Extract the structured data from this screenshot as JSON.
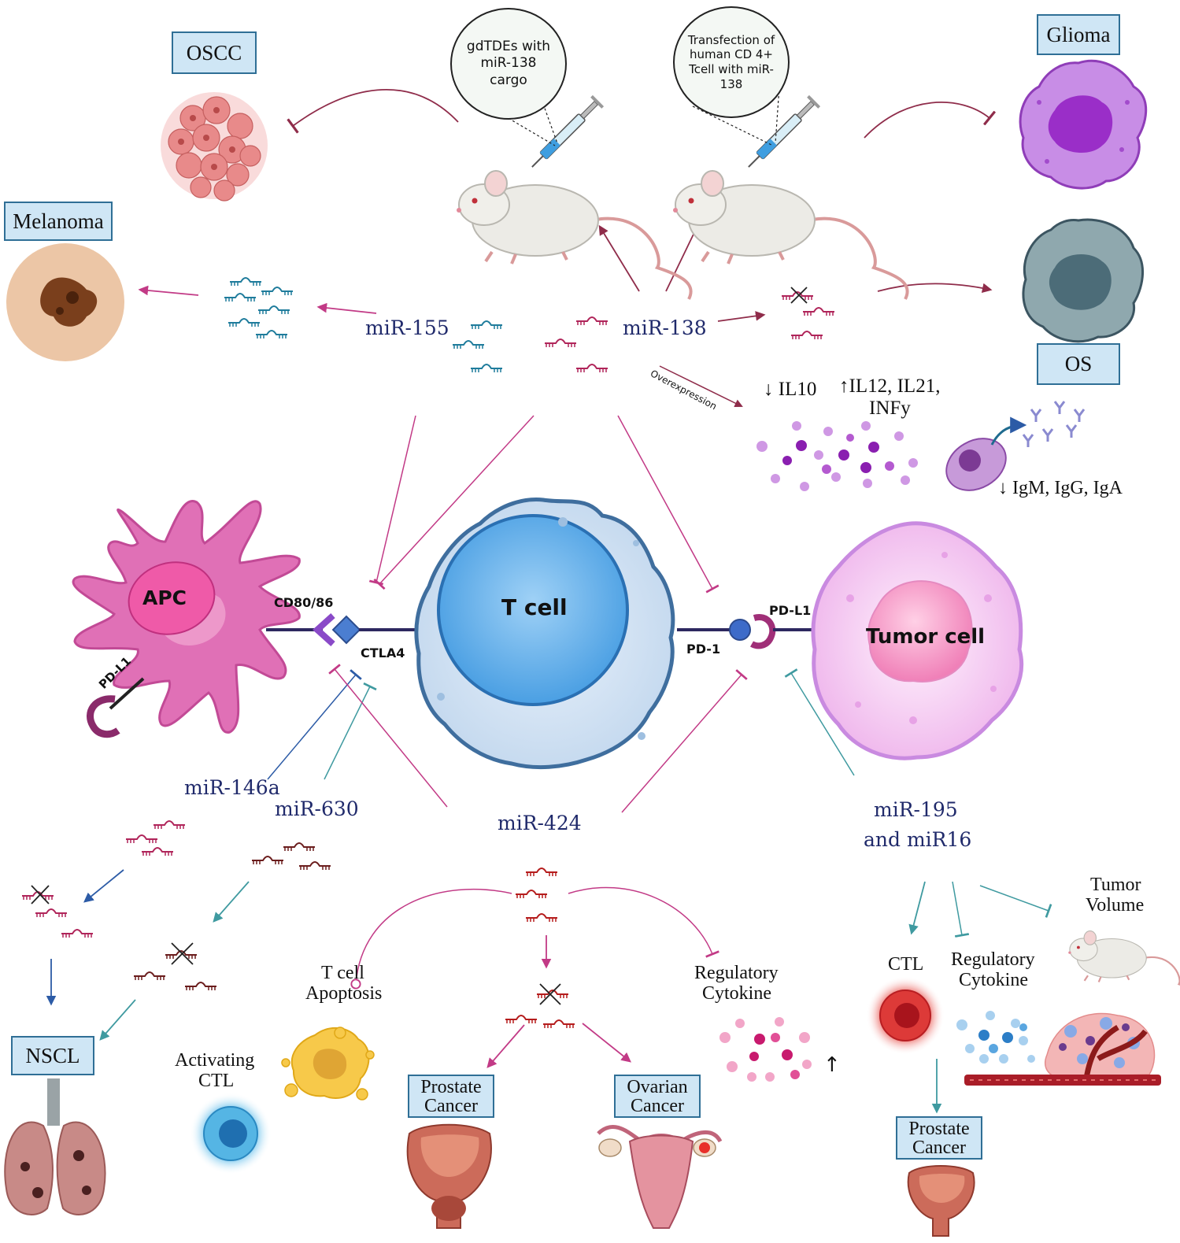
{
  "boxes": {
    "oscc": "OSCC",
    "melanoma": "Melanoma",
    "glioma": "Glioma",
    "os": "OS",
    "nscl": "NSCL",
    "prostate_left": "Prostate Cancer",
    "ovarian": "Ovarian Cancer",
    "prostate_right": "Prostate Cancer"
  },
  "bubbles": {
    "gdtdes": "gdTDEs with miR-138 cargo",
    "transfection": "Transfection of human CD 4+ Tcell with miR-138"
  },
  "mirnas": {
    "mir155": "miR-155",
    "mir138": "miR-138",
    "mir146a": "miR-146a",
    "mir630": "miR-630",
    "mir424": "miR-424",
    "mir195_line1": "miR-195",
    "mir195_line2": "and miR16"
  },
  "cells": {
    "apc": "APC",
    "tcell": "T cell",
    "tumor": "Tumor cell"
  },
  "markers": {
    "cd80": "CD80/86",
    "ctla4": "CTLA4",
    "pd1": "PD-1",
    "pdl1_tumor": "PD-L1",
    "pdl1_apc": "PD-L1"
  },
  "cytokines": {
    "il10": "↓ IL10",
    "il12_line1": "↑IL12, IL21,",
    "il12_line2": "INFy",
    "antibodies": "↓ IgM, IgG, IgA",
    "overexpression": "Overexpression"
  },
  "outcomes": {
    "tcell_apoptosis_1": "T cell",
    "tcell_apoptosis_2": "Apoptosis",
    "activating_ctl_1": "Activating",
    "activating_ctl_2": "CTL",
    "reg_cytokine_mid_1": "Regulatory",
    "reg_cytokine_mid_2": "Cytokine",
    "ctl_right": "CTL",
    "reg_cytokine_right_1": "Regulatory",
    "reg_cytokine_right_2": "Cytokine",
    "tumor_volume_1": "Tumor",
    "tumor_volume_2": "Volume",
    "up_arrow": "↑"
  },
  "colors": {
    "pink_arrow": "#c23a86",
    "maroon_arrow": "#8f2c4a",
    "blue_arrow": "#2c5ba6",
    "teal_arrow": "#3f9aa0",
    "mirna_label": "#202a6b",
    "box_fill": "#cfe6f5",
    "box_border": "#2f6f96",
    "apc_fill": "#e070b6",
    "tcell_fill": "#a9cfee",
    "tumor_fill": "#f3c6f0"
  }
}
